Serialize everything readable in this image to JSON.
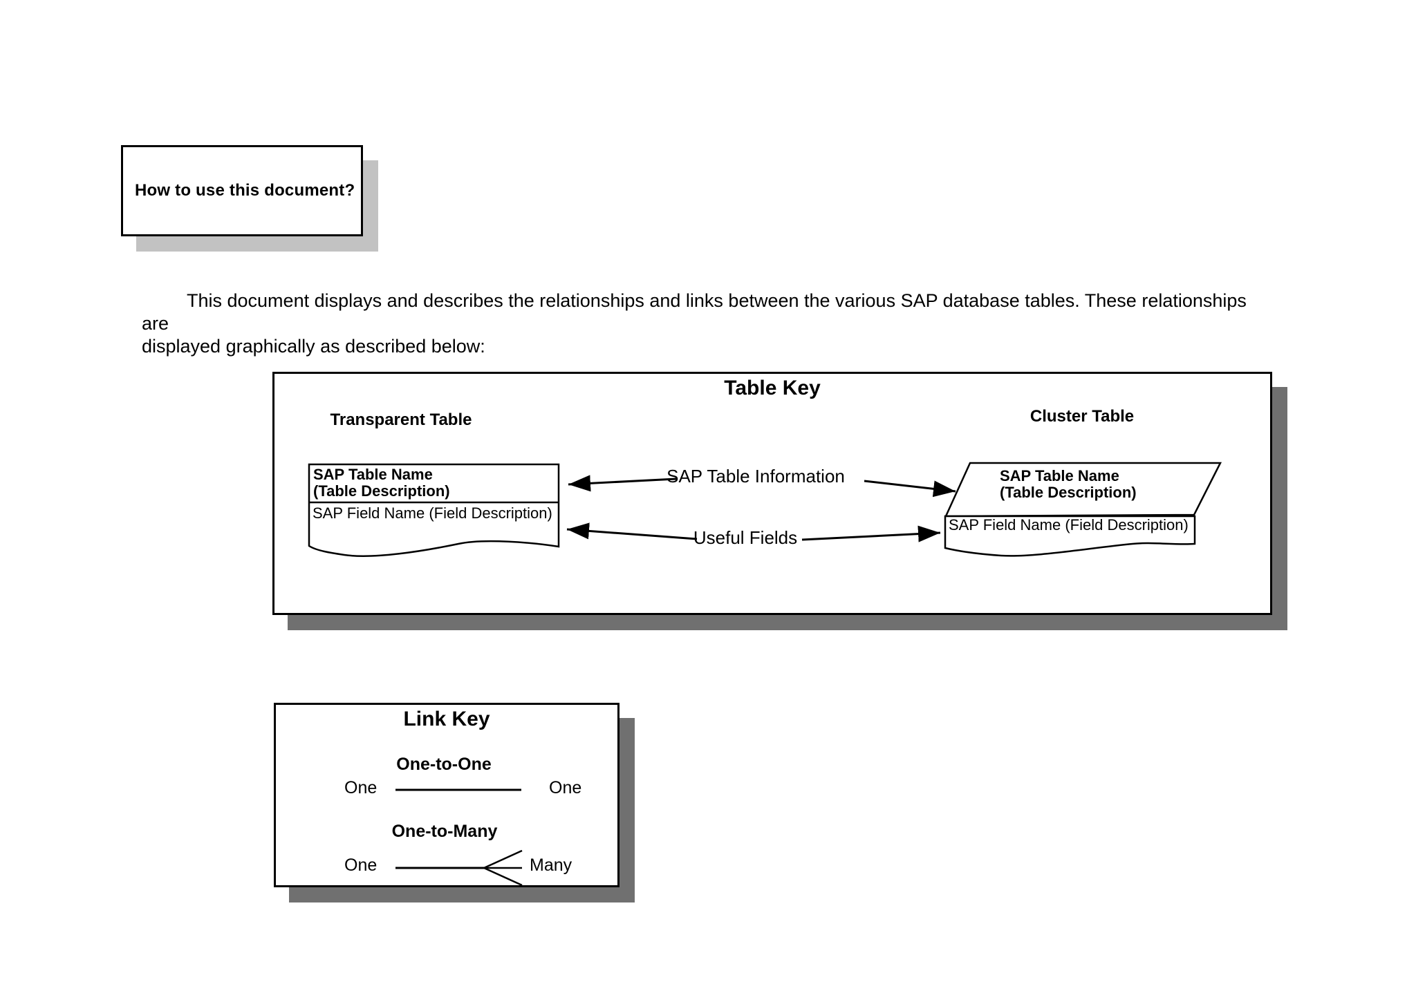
{
  "howto": {
    "title": "How to use this document?"
  },
  "intro": {
    "line1": "This document displays and describes the relationships and links between the various SAP database tables. These relationships are",
    "line2": "displayed graphically as described below:"
  },
  "table_key": {
    "title": "Table Key",
    "transparent_heading": "Transparent Table",
    "cluster_heading": "Cluster Table",
    "transparent_table": {
      "name": "SAP Table Name",
      "description": "(Table Description)",
      "field": "SAP Field Name (Field Description)"
    },
    "cluster_table": {
      "name": "SAP Table Name",
      "description": "(Table Description)",
      "field": "SAP Field Name (Field Description)"
    },
    "arrow_labels": {
      "table_information": "SAP Table Information",
      "useful_fields": "Useful Fields"
    }
  },
  "link_key": {
    "title": "Link Key",
    "one_to_one": {
      "heading": "One-to-One",
      "left": "One",
      "right": "One"
    },
    "one_to_many": {
      "heading": "One-to-Many",
      "left": "One",
      "right": "Many"
    }
  },
  "colors": {
    "paper": "#ffffff",
    "ink": "#000000",
    "shadow_light": "#c2c2c2",
    "shadow_dark": "#707070"
  }
}
